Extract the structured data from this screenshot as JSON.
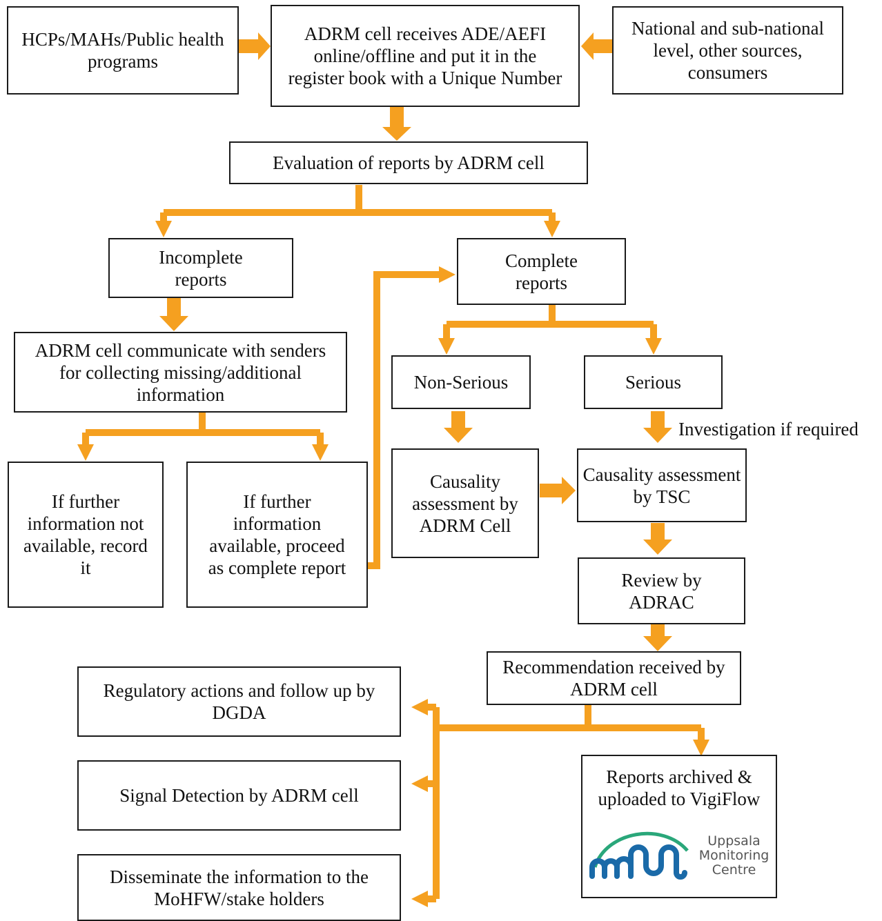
{
  "nodes": {
    "sources_left": "HCPs/MAHs/Public health programs",
    "receive": "ADRM cell receives ADE/AEFI online/offline and put it in the register book with a Unique Number",
    "sources_right": "National and sub-national level, other sources, consumers",
    "evaluation": "Evaluation of reports by ADRM cell",
    "incomplete": "Incomplete reports",
    "complete": "Complete reports",
    "communicate": "ADRM cell communicate with senders for collecting missing/additional information",
    "not_available": "If further information not available, record it",
    "available": "If further information available, proceed as complete report",
    "non_serious": "Non-Serious",
    "serious": "Serious",
    "causality_adrm": "Causality assessment by ADRM Cell",
    "causality_tsc": "Causality assessment by TSC",
    "review": "Review by ADRAC",
    "recommendation": "Recommendation received by ADRM cell",
    "regulatory": "Regulatory actions and follow up by DGDA",
    "signal": "Signal Detection by ADRM cell",
    "disseminate": "Disseminate the information to the MoHFW/stake holders",
    "archived": "Reports archived & uploaded to VigiFlow"
  },
  "labels": {
    "investigation": "Investigation if required"
  },
  "logo": {
    "name": "uppsala-monitoring-centre-logo",
    "lines": [
      "Uppsala",
      "Monitoring",
      "Centre"
    ],
    "colors": {
      "wave": "#1a6aa8",
      "arc": "#2aa77a",
      "text": "#555555"
    }
  },
  "colors": {
    "arrow": "#f5a020",
    "border": "#1a1a1a"
  }
}
